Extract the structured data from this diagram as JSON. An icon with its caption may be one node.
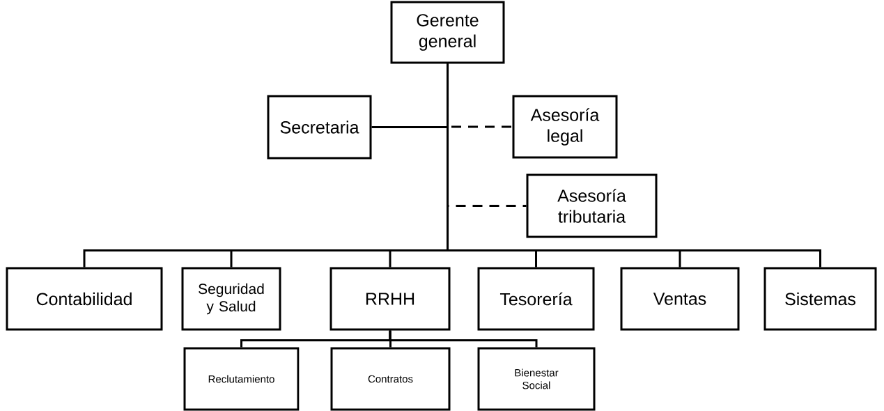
{
  "diagram": {
    "nodes": [
      {
        "text": [
          "Gerente general"
        ]
      },
      {
        "text": [
          "Secretaria"
        ]
      },
      {
        "text": [
          "Asesoría legal"
        ]
      },
      {
        "text": [
          "Asesoría tributaria"
        ]
      },
      {
        "text": [
          "Contabilidad"
        ]
      },
      {
        "text": [
          "Seguridad y Salud"
        ]
      },
      {
        "text": [
          "RRHH"
        ]
      },
      {
        "text": [
          "Tesorería"
        ]
      },
      {
        "text": [
          "Ventas"
        ]
      },
      {
        "text": [
          "Sistemas"
        ]
      },
      {
        "text": [
          "Reclutamiento"
        ]
      },
      {
        "text": [
          "Contratos"
        ]
      },
      {
        "text": [
          "Bienestar Social"
        ]
      }
    ],
    "edges": [
      {
        "from": 0,
        "to": 1,
        "arrow": "none"
      },
      {
        "from": 0,
        "to": 2,
        "arrow": "none",
        "style": "dashed"
      },
      {
        "from": 0,
        "to": 3,
        "arrow": "none",
        "style": "dashed"
      },
      {
        "from": 0,
        "to": 4,
        "arrow": "none"
      },
      {
        "from": 0,
        "to": 5,
        "arrow": "none"
      },
      {
        "from": 0,
        "to": 6,
        "arrow": "none"
      },
      {
        "from": 0,
        "to": 7,
        "arrow": "none"
      },
      {
        "from": 0,
        "to": 8,
        "arrow": "none"
      },
      {
        "from": 0,
        "to": 9,
        "arrow": "none"
      },
      {
        "from": 6,
        "to": 10,
        "arrow": "none"
      },
      {
        "from": 6,
        "to": 11,
        "arrow": "none"
      },
      {
        "from": 6,
        "to": 12,
        "arrow": "none"
      }
    ]
  }
}
